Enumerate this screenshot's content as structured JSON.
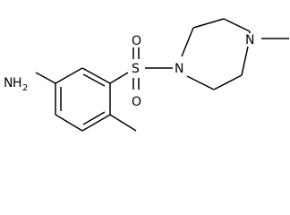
{
  "molecule": {
    "atoms": {
      "amine": {
        "symbol": "N",
        "hydrogens": "H",
        "count": "2"
      },
      "sulfur": {
        "symbol": "S"
      },
      "oxygen_top": {
        "symbol": "O"
      },
      "oxygen_bottom": {
        "symbol": "O"
      },
      "ring_nitrogen_sulfonamide": {
        "symbol": "N"
      },
      "ring_nitrogen_methyl": {
        "symbol": "N"
      }
    }
  },
  "colors": {
    "bond": "#000000",
    "label": "#000000",
    "background": "#ffffff"
  }
}
